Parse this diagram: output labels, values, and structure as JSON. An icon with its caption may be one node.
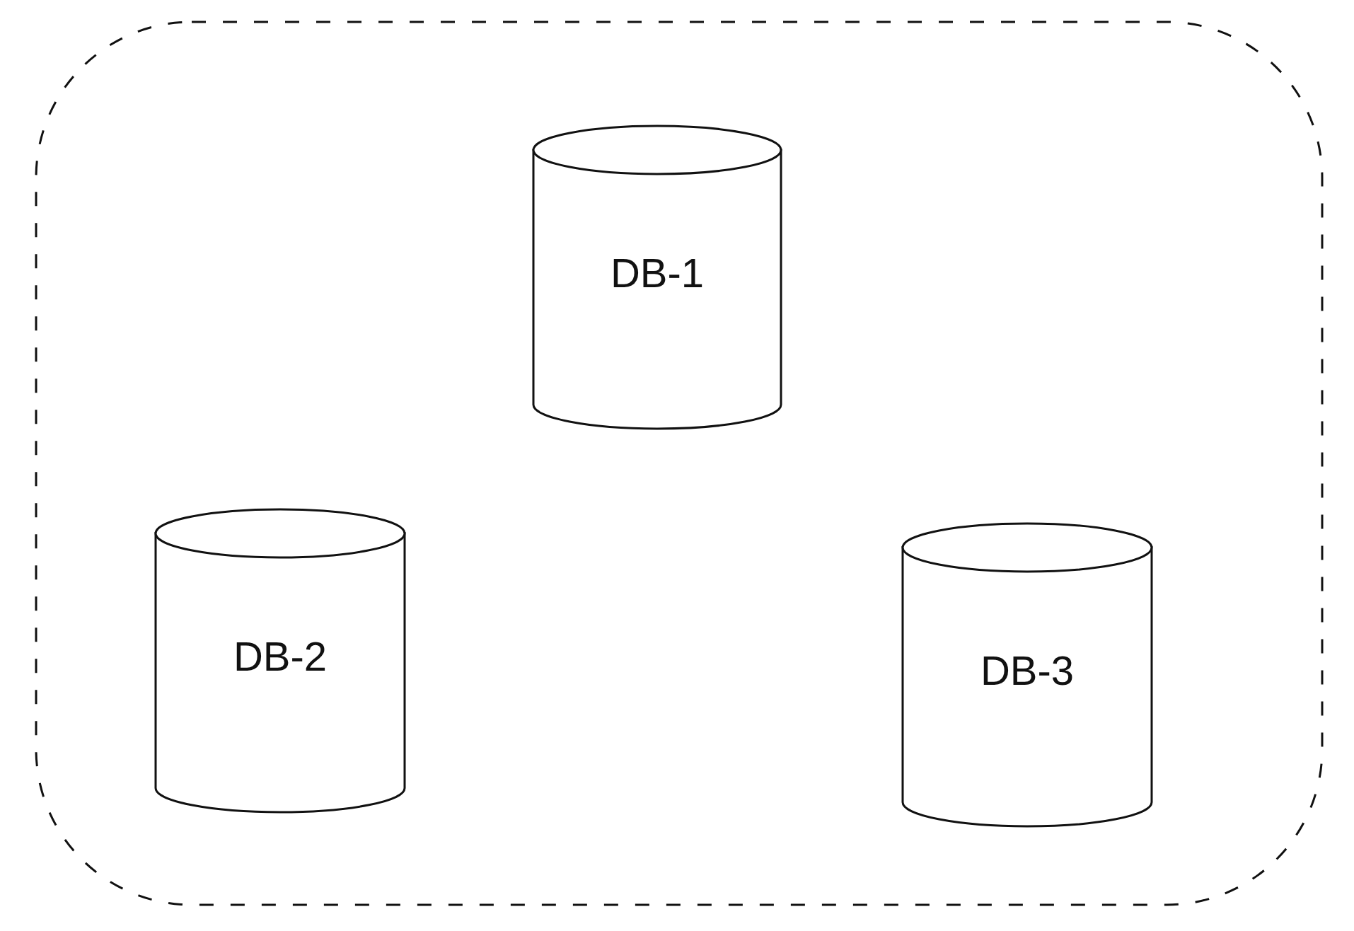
{
  "diagram": {
    "nodes": [
      {
        "text": [],
        "shape": "box"
      },
      {
        "text": [
          "DB-1"
        ],
        "in": 0
      },
      {
        "text": [
          "DB-2"
        ],
        "in": 0
      },
      {
        "text": [
          "DB-3"
        ],
        "in": 0
      }
    ]
  }
}
